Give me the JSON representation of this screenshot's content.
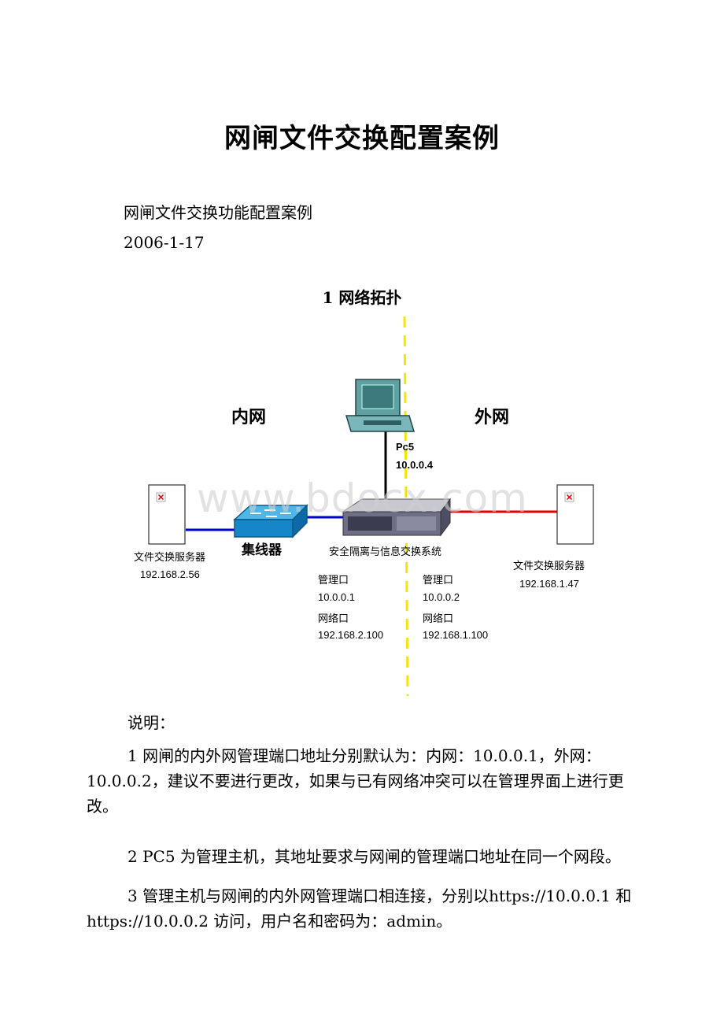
{
  "doc_title": "网闸文件交换配置案例",
  "subtitle": "网闸文件交换功能配置案例",
  "date": "2006-1-17",
  "section_title": "1 网络拓扑",
  "diagram": {
    "zone_inner": "内网",
    "zone_outer": "外网",
    "pc_name": "Pc5",
    "pc_ip": "10.0.0.4",
    "hub_label": "集线器",
    "gateway_label": "安全隔离与信息交换系统",
    "left_server_label": "文件交换服务器",
    "left_server_ip": "192.168.2.56",
    "right_server_label": "文件交换服务器",
    "right_server_ip": "192.168.1.47",
    "inner_mgmt_label": "管理口",
    "inner_mgmt_ip": "10.0.0.1",
    "inner_net_label": "网络口",
    "inner_net_ip": "192.168.2.100",
    "outer_mgmt_label": "管理口",
    "outer_mgmt_ip": "10.0.0.2",
    "outer_net_label": "网络口",
    "outer_net_ip": "192.168.1.100",
    "watermark": "www.bdocx.com",
    "colors": {
      "inner_link": "#0000cc",
      "outer_link": "#e00000",
      "divider": "#f5e600"
    }
  },
  "notes_heading": "说明：",
  "notes": [
    "1 网闸的内外网管理端口地址分别默认为：内网：10.0.0.1，外网：10.0.0.2，建议不要进行更改，如果与已有网络冲突可以在管理界面上进行更改。",
    "2 PC5 为管理主机，其地址要求与网闸的管理端口地址在同一个网段。",
    "3 管理主机与网闸的内外网管理端口相连接，分别以https://10.0.0.1 和 https://10.0.0.2 访问，用户名和密码为：admin。"
  ]
}
